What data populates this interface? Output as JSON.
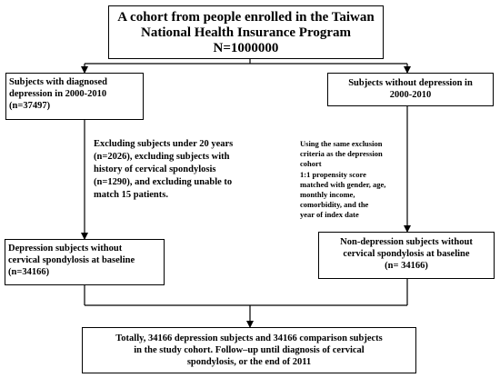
{
  "top_box": {
    "lines": [
      "A cohort from people enrolled in the Taiwan",
      "National Health Insurance Program",
      "N=1000000"
    ]
  },
  "depression_box": {
    "lines": [
      "Subjects with diagnosed",
      "depression in 2000-2010",
      "(n=37497)"
    ]
  },
  "no_depression_box": {
    "lines": [
      "Subjects without depression in",
      "2000-2010"
    ]
  },
  "exclusion_note": {
    "lines": [
      "Excluding subjects under 20 years",
      "(n=2026), excluding subjects with",
      "history of cervical spondylosis",
      "(n=1290), and excluding unable to",
      "match 15 patients."
    ]
  },
  "matching_note": {
    "lines": [
      "Using the same exclusion",
      "criteria as the depression",
      "cohort",
      "1:1 propensity score",
      "matched with gender, age,",
      "monthly income,",
      "comorbidity, and  the",
      "year of index date"
    ]
  },
  "depression_baseline_box": {
    "lines": [
      "Depression subjects without",
      "cervical spondylosis at baseline",
      "(n=34166)"
    ]
  },
  "nondepression_baseline_box": {
    "lines": [
      "Non-depression subjects without",
      "cervical spondylosis at baseline",
      "(n= 34166)"
    ]
  },
  "total_box": {
    "lines": [
      "Totally, 34166 depression subjects and 34166 comparison subjects",
      "in the study cohort. Follow–up until diagnosis of cervical",
      "spondylosis, or the end of 2011"
    ]
  }
}
